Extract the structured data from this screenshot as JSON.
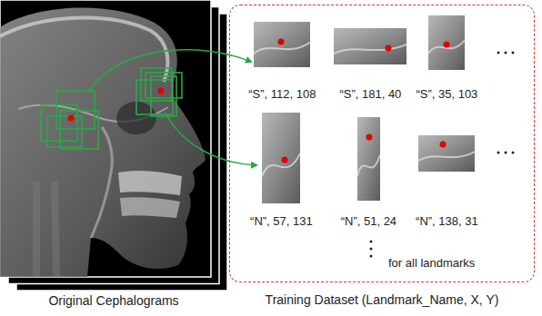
{
  "diagram": {
    "nodes": [
      {
        "text": [
          "Training Dataset (Landmark_Name, X, Y)",
          "for all landmarks"
        ]
      },
      {
        "text": [
          "“S”, 112, 108"
        ],
        "in": 0
      },
      {
        "text": [
          "“S”, 181, 40"
        ],
        "in": 0
      },
      {
        "text": [
          "“S”, 35, 103"
        ],
        "in": 0
      },
      {
        "text": [
          "“N”, 57, 131"
        ],
        "in": 0
      },
      {
        "text": [
          "“N”, 51, 24"
        ],
        "in": 0
      },
      {
        "text": [
          "“N”, 138, 31"
        ],
        "in": 0
      }
    ],
    "labels": [
      "Original Cephalograms"
    ]
  }
}
